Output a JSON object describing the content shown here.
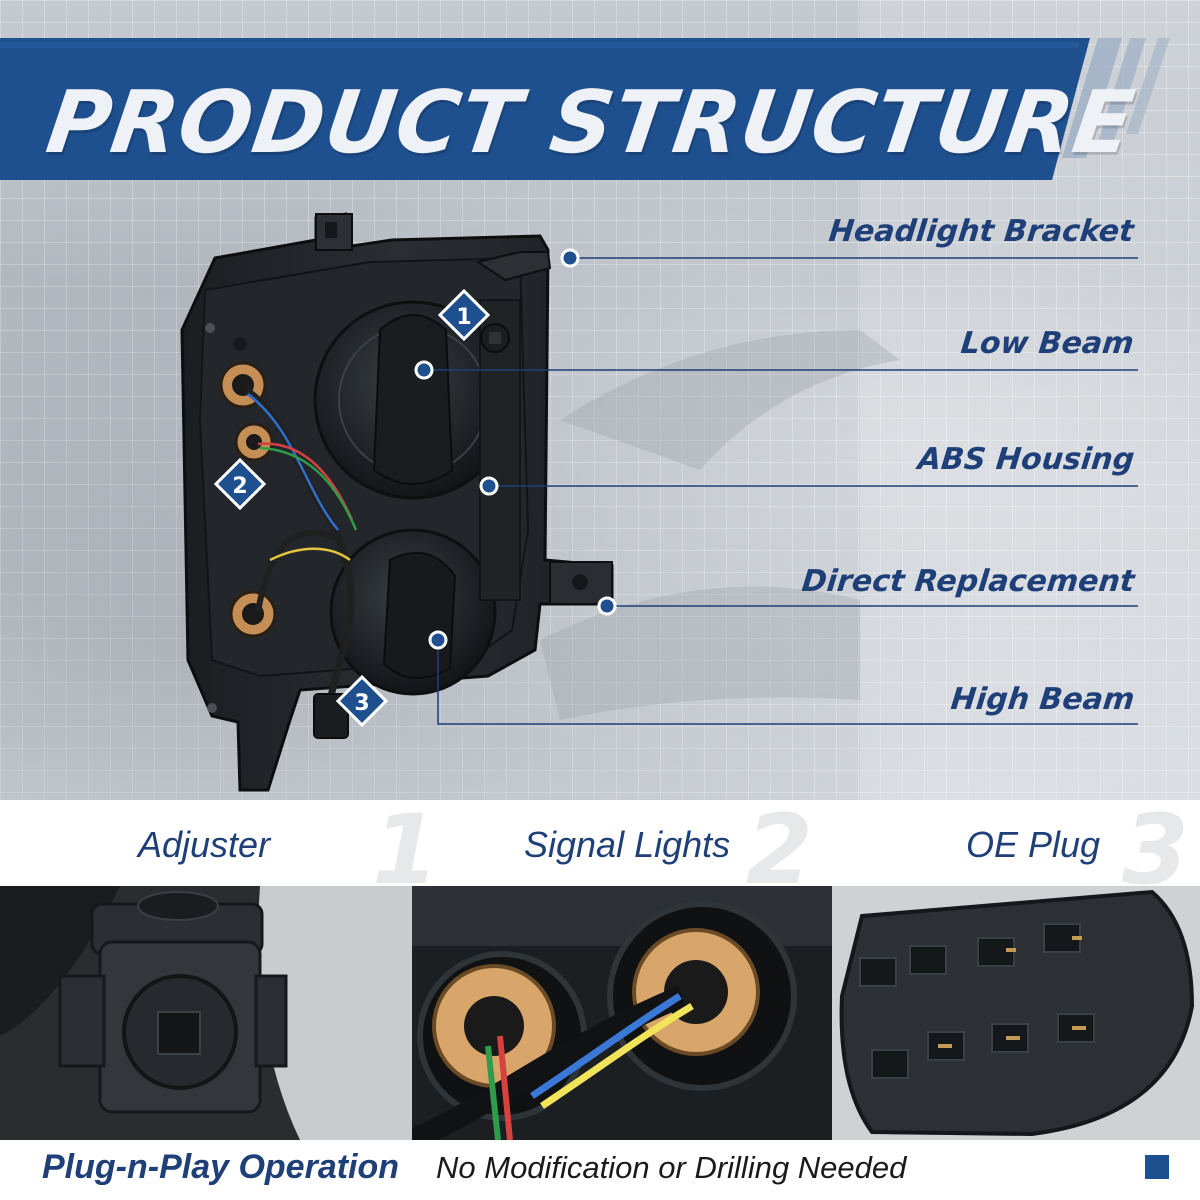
{
  "banner": {
    "title": "PRODUCT STRUCTURE"
  },
  "callouts": [
    {
      "label": "Headlight Bracket"
    },
    {
      "label": "Low Beam"
    },
    {
      "label": "ABS Housing"
    },
    {
      "label": "Direct Replacement"
    },
    {
      "label": "High Beam"
    }
  ],
  "markers": [
    "1",
    "2",
    "3"
  ],
  "features": [
    {
      "label": "Adjuster",
      "number": "1"
    },
    {
      "label": "Signal Lights",
      "number": "2"
    },
    {
      "label": "OE Plug",
      "number": "3"
    }
  ],
  "footer": {
    "strong": "Plug-n-Play Operation",
    "text": "No Modification or Drilling Needed"
  },
  "colors": {
    "brand_blue": "#1e4f8f",
    "label_blue": "#1e3f78",
    "banner_text": "#eef1f5"
  },
  "icons": [
    "numbered-diamond-marker-icon",
    "callout-dot-icon",
    "square-bullet-icon"
  ]
}
